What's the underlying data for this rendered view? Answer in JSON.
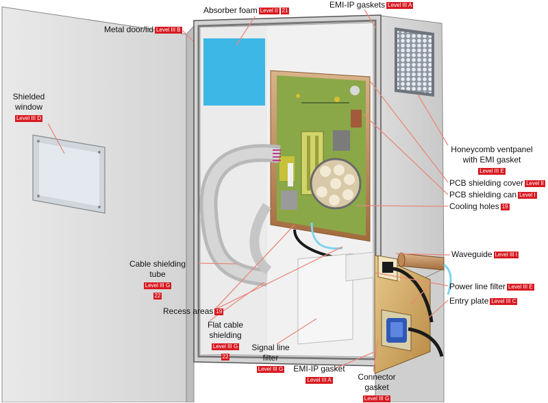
{
  "labels": {
    "absorber_foam": {
      "text": "Absorber foam",
      "level": "Level II",
      "ref": "21"
    },
    "emi_ip_gaskets": {
      "text": "EMI-IP gaskets",
      "level": "Level III A"
    },
    "metal_door": {
      "text": "Metal door/lid",
      "level": "Level III B"
    },
    "shielded_window": {
      "line1": "Shielded",
      "line2": "window",
      "level": "Level III D"
    },
    "honeycomb": {
      "line1": "Honeycomb ventpanel",
      "line2": "with EMI gasket",
      "level": "Level III E"
    },
    "pcb_cover": {
      "text": "PCB shielding cover",
      "level": "Level II"
    },
    "pcb_can": {
      "text": "PCB shielding can",
      "level": "Level I"
    },
    "cooling_holes": {
      "text": "Cooling holes",
      "ref": "19"
    },
    "cable_tube": {
      "line1": "Cable shielding",
      "line2": "tube",
      "level": "Level III G",
      "ref": "22"
    },
    "waveguide": {
      "text": "Waveguide",
      "level": "Level III I"
    },
    "power_filter": {
      "text": "Power line filter",
      "level": "Level III E"
    },
    "entry_plate": {
      "text": "Entry plate",
      "level": "Level III C"
    },
    "recess_areas": {
      "text": "Recess areas",
      "ref": "19"
    },
    "flat_cable": {
      "line1": "Flat cable",
      "line2": "shielding",
      "level": "Level III G",
      "ref": "22"
    },
    "signal_filter": {
      "line1": "Signal line",
      "line2": "filter",
      "level": "Level III G"
    },
    "emi_ip_gasket": {
      "text": "EMI-IP gasket",
      "level": "Level III A"
    },
    "connector_gasket": {
      "line1": "Connector",
      "line2": "gasket",
      "level": "Level III G"
    }
  },
  "colors": {
    "callout_line": "#e8887a",
    "tag_background": "#d71920",
    "absorber_foam": "#3db8e6",
    "pcb": "#8aa848",
    "enclosure": "#e4e4e4"
  }
}
